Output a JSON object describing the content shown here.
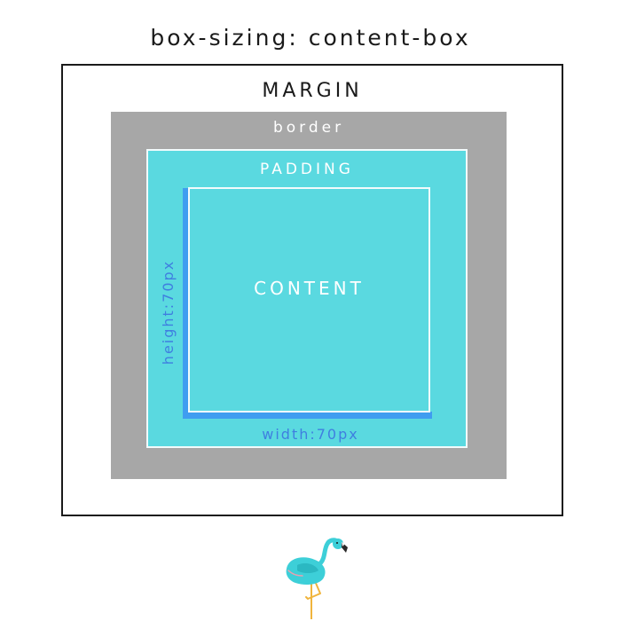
{
  "diagram": {
    "title": "box-sizing: content-box",
    "labels": {
      "margin": "MARGIN",
      "border": "border",
      "padding": "PADDING",
      "content": "CONTENT",
      "width": "width:70px",
      "height": "height:70px"
    },
    "colors": {
      "margin_outline": "#1a1a1a",
      "border_fill": "#a7a7a7",
      "padding_fill": "#5ad9e0",
      "content_fill": "#5ad9e0",
      "dimension_accent": "#3f9df0",
      "dimension_text": "#3f7fe0",
      "label_text": "#ffffff"
    },
    "logo": {
      "icon": "flamingo-icon"
    }
  }
}
